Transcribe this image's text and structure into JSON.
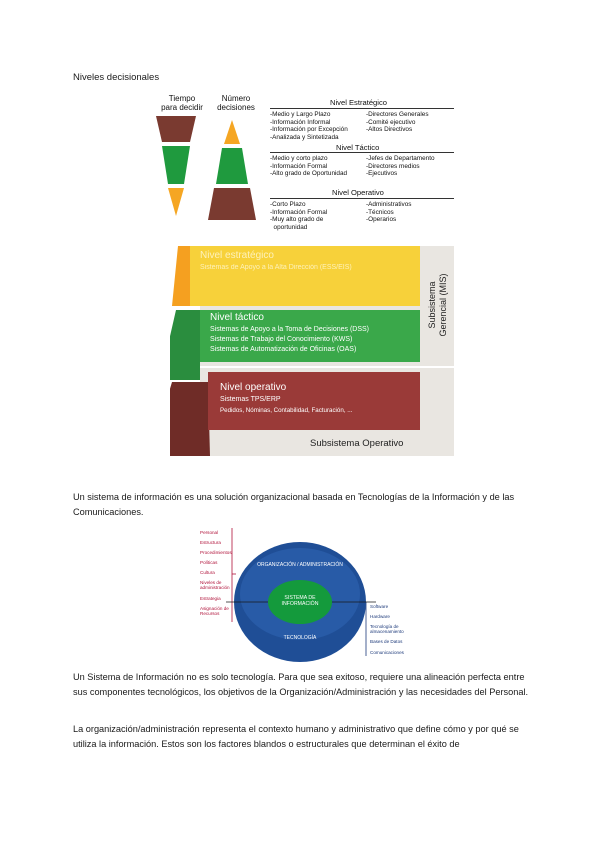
{
  "heading": "Niveles decisionales",
  "figure1": {
    "col_time": "Tiempo\npara decidir",
    "col_decisions": "Número\ndecisiones",
    "levels": [
      {
        "name": "Nivel Estratégico",
        "left": "-Medio y Largo Plazo\n-Información Informal\n-Información por Excepción\n-Analizada y Sintetizada",
        "right": "-Directores Generales\n-Comité ejecutivo\n-Altos Directivos"
      },
      {
        "name": "Nivel Táctico",
        "left": "-Medio y corto plazo\n-Información Formal\n-Alto grado de Oportunidad",
        "right": "-Jefes de Departamento\n-Directores medios\n-Ejecutivos"
      },
      {
        "name": "Nivel Operativo",
        "left": "-Corto Plazo\n-Información Formal\n-Muy alto grado de\n  oportunidad",
        "right": "-Administrativos\n-Técnicos\n-Operarios"
      }
    ],
    "colors": {
      "orange": "#f5a623",
      "green": "#1f9a3e",
      "brown": "#7a3a30"
    }
  },
  "figure2": {
    "bands": [
      {
        "title": "Nivel estratégico",
        "lines": [
          "Sistemas de Apoyo a la Alta Dirección (ESS/EIS)"
        ],
        "color": "#f7d13a"
      },
      {
        "title": "Nivel táctico",
        "lines": [
          "Sistemas de Apoyo a la Toma de Decisiones (DSS)",
          "Sistemas de Trabajo del Conocimiento (KWS)",
          "Sistemas de Automatización de Oficinas (OAS)"
        ],
        "color": "#3aa84a"
      },
      {
        "title": "Nivel operativo",
        "lines": [
          "Sistemas TPS/ERP",
          "Pedidos, Nóminas, Contabilidad, Facturación, ..."
        ],
        "color": "#9a3a38"
      }
    ],
    "subsystem_gerencial": "Subsistema\nGerencial (MIS)",
    "subsystem_operativo": "Subsistema Operativo"
  },
  "paragraph1": "Un sistema de información es una solución organizacional basada en Tecnologías de la Información y de las Comunicaciones.",
  "figure3": {
    "left_labels": [
      "Personal",
      "Estructura",
      "Procedimientos",
      "Políticas",
      "Cultura",
      "Niveles de\nadministración",
      "Estrategia",
      "Asignación de\nRecursos"
    ],
    "right_labels": [
      "Software",
      "Hardware",
      "Tecnología de\nalmacenamiento",
      "Bases de Datos",
      "Comunicaciones"
    ],
    "org_label": "ORGANIZACIÓN / ADMINISTRACIÓN",
    "center_label": "SISTEMA DE\nINFORMACIÓN",
    "tech_label": "TECNOLOGÍA"
  },
  "paragraph2": "Un Sistema de Información no es solo tecnología. Para que sea exitoso, requiere una alineación perfecta entre sus componentes tecnológicos, los objetivos de la Organización/Administración y las necesidades del Personal.",
  "paragraph3": "La organización/administración representa el contexto humano y administrativo que define cómo y por qué se utiliza la información. Estos son los factores blandos o estructurales que determinan el éxito de"
}
